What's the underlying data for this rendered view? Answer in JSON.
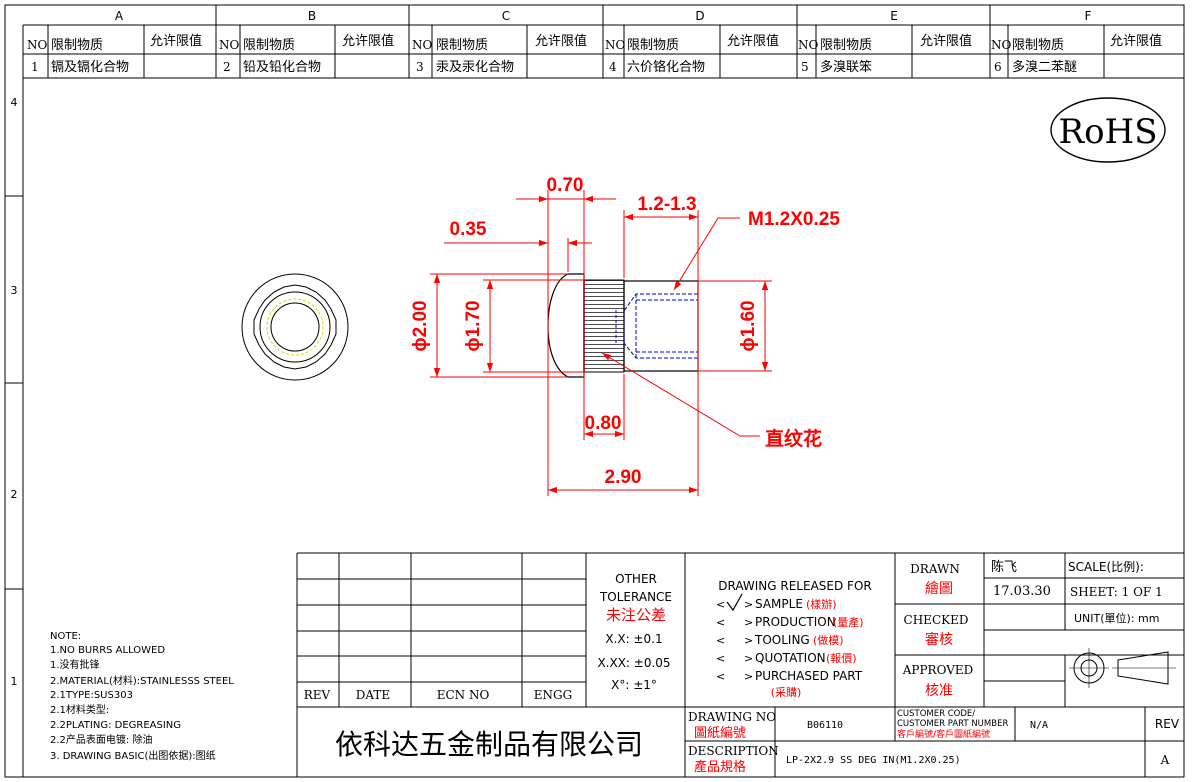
{
  "zones": {
    "columns": [
      "A",
      "B",
      "C",
      "D",
      "E",
      "F"
    ],
    "rows": [
      "4",
      "3",
      "2",
      "1"
    ]
  },
  "restricted": {
    "headers": {
      "no": "NO",
      "substance": "限制物质",
      "limit": "允许限值"
    },
    "items": [
      {
        "no": "1",
        "name": "镉及镉化合物"
      },
      {
        "no": "2",
        "name": "铅及铅化合物"
      },
      {
        "no": "3",
        "name": "汞及汞化合物"
      },
      {
        "no": "4",
        "name": "六价铬化合物"
      },
      {
        "no": "5",
        "name": "多溴联笨"
      },
      {
        "no": "6",
        "name": "多溴二苯醚"
      }
    ]
  },
  "rohs": "RoHS",
  "dimensions": {
    "d070": "0.70",
    "d035": "0.35",
    "d12_13": "1.2-1.3",
    "thread": "M1.2X0.25",
    "dia200": "ϕ2.00",
    "dia170": "ϕ1.70",
    "dia160": "ϕ1.60",
    "d080": "0.80",
    "d290": "2.90",
    "knurl": "直纹花"
  },
  "notes": [
    "NOTE:",
    "1.NO BURRS ALLOWED",
    "1.没有批锋",
    "2.MATERIAL(材料):STAINLESSS STEEL",
    "2.1TYPE:SUS303",
    "2.1材料类型:",
    "2.2PLATING: DEGREASING",
    "2.2产品表面电镀: 除油",
    "3. DRAWING BASIC(出图依据):图纸"
  ],
  "revision_table": {
    "rev": "REV",
    "date": "DATE",
    "ecn": "ECN NO",
    "engg": "ENGG"
  },
  "tolerance": {
    "title_en_1": "OTHER",
    "title_en_2": "TOLERANCE",
    "title_cn": "未注公差",
    "xx": "X.X: ±0.1",
    "xxx": "X.XX: ±0.05",
    "angle": "X°: ±1°"
  },
  "release": {
    "title": "DRAWING RELEASED FOR",
    "sample": "SAMPLE",
    "sample_cn": "(樣辦)",
    "production": "PRODUCTION",
    "production_cn": "(量產)",
    "tooling": "TOOLING",
    "tooling_cn": "(做模)",
    "quotation": "QUOTATION",
    "quotation_cn": "(報價)",
    "purchased": "PURCHASED PART",
    "purchased_cn": "(采購)"
  },
  "signatures": {
    "drawn": "DRAWN",
    "drawn_cn": "繪圖",
    "drawn_by": "陈飞",
    "date": "17.03.30",
    "checked": "CHECKED",
    "checked_cn": "審核",
    "approved": "APPROVED",
    "approved_cn": "核准"
  },
  "scale": {
    "label": "SCALE(比例):",
    "sheet": "SHEET:  1 OF 1",
    "unit": "UNIT(單位): mm"
  },
  "company": "依科达五金制品有限公司",
  "drawing_no": {
    "label": "DRAWING NO",
    "label_cn": "圖紙編號",
    "value": "B06110"
  },
  "customer": {
    "label1": "CUSTOMER CODE/",
    "label2": "CUSTOMER PART NUMBER",
    "label_cn": "客戶編號/客戶圖紙編號",
    "value": "N/A"
  },
  "rev_block": {
    "label": "REV",
    "value": "A"
  },
  "description": {
    "label": "DESCRIPTION",
    "label_cn": "產品規格",
    "value": "LP-2X2.9 SS DEG IN(M1.2X0.25)"
  }
}
